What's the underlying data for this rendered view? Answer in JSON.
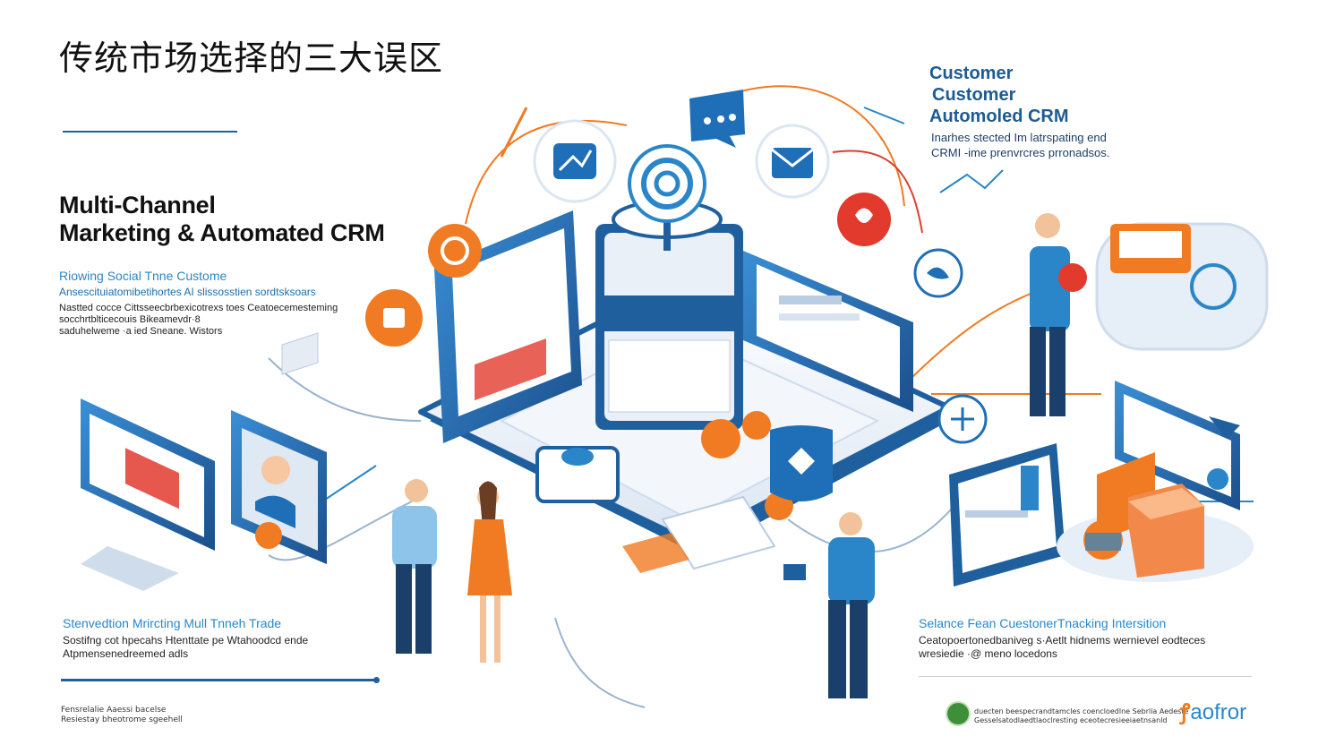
{
  "title": "传统市场选择的三大误区",
  "left_heading": {
    "line1": "Multi-Channel",
    "line2": "Marketing & Automated CRM"
  },
  "block_top_left": {
    "subtitle": "Riowing Social Tnne Custome",
    "subtitle2": "Ansescituiatomibetihortes AI slissosstien sordtsksoars",
    "lines": [
      "Nastted cocce Cittsseecbrbexicotrexs toes Ceatoecemesteming",
      "socchrtblticecouis Bikeamevdr·8",
      "saduhelweme ·a ied Sneane. Wistors"
    ]
  },
  "right_heading": {
    "line1": "Customer",
    "line2": "Customer",
    "line3": "Automoled CRM"
  },
  "right_desc": {
    "line1": "Inarhes stected Im latrspating end",
    "line2": "CRMI -ime prenvrcres prronadsos."
  },
  "block_bottom_left": {
    "subtitle": "Stenvedtion Mrircting Mull Tnneh Trade",
    "lines": [
      "Sostifng cot hpecahs Htenttate pe Wtahoodcd ende",
      "Atpmensenedreemed adls"
    ]
  },
  "block_bottom_right": {
    "subtitle": "Selance Fean CuestonerTnacking Intersition",
    "lines": [
      "Ceatopoertonedbaniveg s·Aetlt hidnems wernievel eodteces",
      "wresiedie ·@ meno locedons"
    ]
  },
  "footer_left": {
    "line1": "Fensrelalie Aaessi bacelse",
    "line2": "Resiestay bheotrome sgeehell"
  },
  "footer_right": {
    "line1": "duecten beespecrandtamcles coencloedlne Sebrlia Aedeste",
    "line2": "Gesselsatodlaedtlaoclresting eceotecresieeiaetnsanld"
  },
  "brand": {
    "mark": "ꝭ",
    "name": "aofror"
  },
  "colors": {
    "primary_blue": "#1f5f9e",
    "light_blue": "#2a86c8",
    "orange": "#f07b22",
    "red": "#e23b2e",
    "platform": "#e8eef7"
  },
  "icons": [
    "chat-bubble-icon",
    "email-icon",
    "analytics-icon",
    "fingerprint-icon",
    "orange-social-icon",
    "red-heart-icon",
    "bird-icon",
    "gear-icon",
    "cube-icon",
    "box-icon"
  ]
}
